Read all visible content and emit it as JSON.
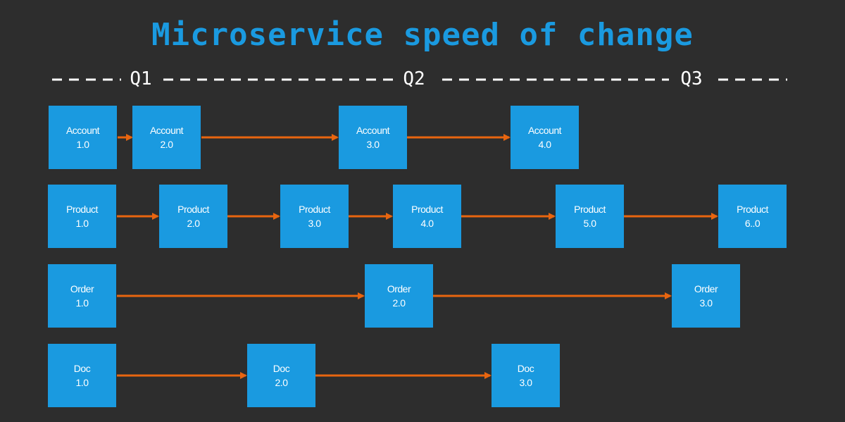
{
  "title": "Microservice speed of change",
  "timeline": {
    "quarters": [
      "Q1",
      "Q2",
      "Q3"
    ]
  },
  "colors": {
    "background": "#2d2d2d",
    "box": "#1a9ae0",
    "arrow": "#e8650f",
    "title": "#1a9ae0"
  },
  "rows": [
    {
      "name": "Account",
      "versions": [
        {
          "name": "Account",
          "version": "1.0"
        },
        {
          "name": "Account",
          "version": "2.0"
        },
        {
          "name": "Account",
          "version": "3.0"
        },
        {
          "name": "Account",
          "version": "4.0"
        }
      ]
    },
    {
      "name": "Product",
      "versions": [
        {
          "name": "Product",
          "version": "1.0"
        },
        {
          "name": "Product",
          "version": "2.0"
        },
        {
          "name": "Product",
          "version": "3.0"
        },
        {
          "name": "Product",
          "version": "4.0"
        },
        {
          "name": "Product",
          "version": "5.0"
        },
        {
          "name": "Product",
          "version": "6..0"
        }
      ]
    },
    {
      "name": "Order",
      "versions": [
        {
          "name": "Order",
          "version": "1.0"
        },
        {
          "name": "Order",
          "version": "2.0"
        },
        {
          "name": "Order",
          "version": "3.0"
        }
      ]
    },
    {
      "name": "Doc",
      "versions": [
        {
          "name": "Doc",
          "version": "1.0"
        },
        {
          "name": "Doc",
          "version": "2.0"
        },
        {
          "name": "Doc",
          "version": "3.0"
        }
      ]
    }
  ]
}
